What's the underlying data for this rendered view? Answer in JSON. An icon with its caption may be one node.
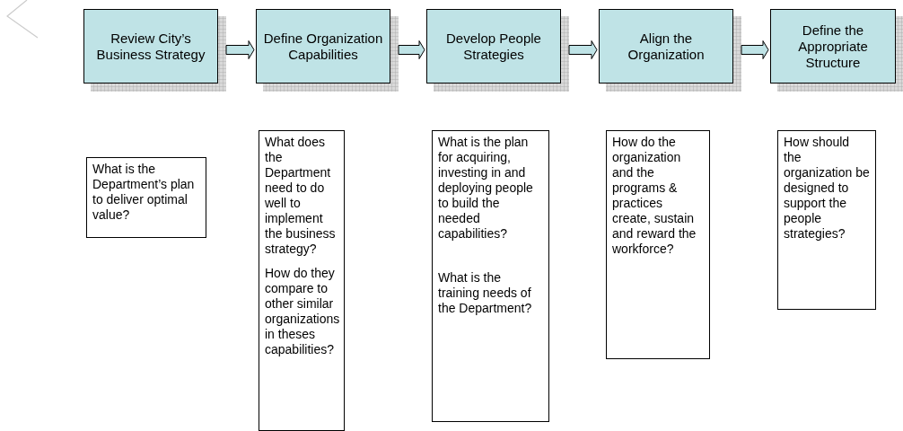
{
  "diagram": {
    "nodes": [
      {
        "text": [
          "Review City’s Business Strategy"
        ]
      },
      {
        "text": [
          "Define Organization Capabilities"
        ]
      },
      {
        "text": [
          "Develop People Strategies"
        ]
      },
      {
        "text": [
          "Align the Organization"
        ]
      },
      {
        "text": [
          "Define the Appropriate Structure"
        ]
      },
      {
        "text": [
          "What is the Department’s plan to deliver optimal value?"
        ]
      },
      {
        "text": [
          "What does the Department need to do well to implement the business strategy?",
          "How do they compare to other similar organizations in theses capabilities?"
        ]
      },
      {
        "text": [
          "What is the plan for acquiring, investing in and deploying people to build the  needed capabilities?",
          "What is the training needs of the Department?"
        ]
      },
      {
        "text": [
          "How do the organization and the programs & practices create, sustain and reward the workforce?"
        ]
      },
      {
        "text": [
          "How should the organization be designed to support the people strategies?"
        ]
      }
    ],
    "edges": [
      {
        "from": 0,
        "to": 1,
        "arrow": "to"
      },
      {
        "from": 1,
        "to": 2,
        "arrow": "to"
      },
      {
        "from": 2,
        "to": 3,
        "arrow": "to"
      },
      {
        "from": 3,
        "to": 4,
        "arrow": "to"
      }
    ]
  }
}
